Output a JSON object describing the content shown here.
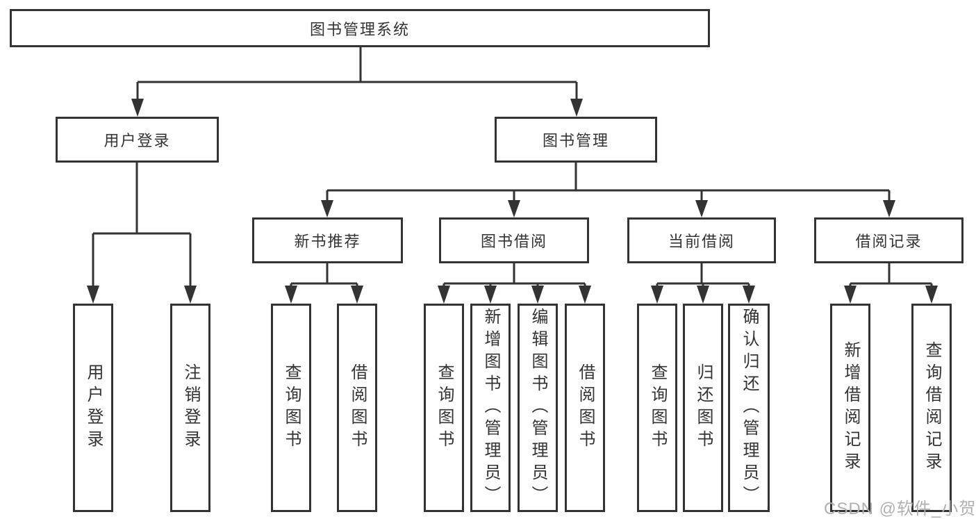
{
  "tree": {
    "root": {
      "label": "图书管理系统"
    },
    "branches": [
      {
        "label": "用户登录",
        "children": [
          {
            "label": "用户登录"
          },
          {
            "label": "注销登录"
          }
        ]
      },
      {
        "label": "图书管理",
        "children": [
          {
            "label": "新书推荐",
            "children": [
              {
                "label": "查询图书"
              },
              {
                "label": "借阅图书"
              }
            ]
          },
          {
            "label": "图书借阅",
            "children": [
              {
                "label": "查询图书"
              },
              {
                "label": "新增图书（管理员）"
              },
              {
                "label": "编辑图书（管理员）"
              },
              {
                "label": "借阅图书"
              }
            ]
          },
          {
            "label": "当前借阅",
            "children": [
              {
                "label": "查询图书"
              },
              {
                "label": "归还图书"
              },
              {
                "label": "确认归还（管理员）"
              }
            ]
          },
          {
            "label": "借阅记录",
            "children": [
              {
                "label": "新增借阅记录"
              },
              {
                "label": "查询借阅记录"
              }
            ]
          }
        ]
      }
    ]
  },
  "watermark": "CSDN @软件_小贺同学",
  "colors": {
    "line": "#333333",
    "text": "#333333",
    "box_background": "#ffffff",
    "watermark_text": "#b0b0b0"
  }
}
